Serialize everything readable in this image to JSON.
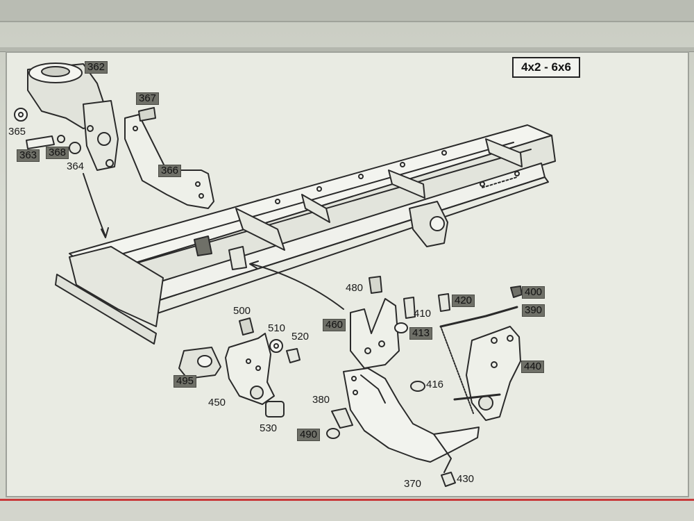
{
  "variant_label": "4x2 - 6x6",
  "labels": {
    "p362": "362",
    "p363": "363",
    "p364": "364",
    "p365": "365",
    "p366": "366",
    "p367": "367",
    "p368": "368",
    "p370": "370",
    "p380": "380",
    "p390": "390",
    "p400": "400",
    "p410": "410",
    "p413": "413",
    "p416": "416",
    "p420": "420",
    "p430": "430",
    "p440": "440",
    "p450": "450",
    "p460": "460",
    "p480": "480",
    "p490": "490",
    "p495": "495",
    "p500": "500",
    "p510": "510",
    "p520": "520",
    "p530": "530"
  },
  "colors": {
    "panel_bg": "#e9ebe3",
    "label_highlight": "#6f7068",
    "line": "#2a2a2a",
    "accent_red": "#c83a3a"
  }
}
